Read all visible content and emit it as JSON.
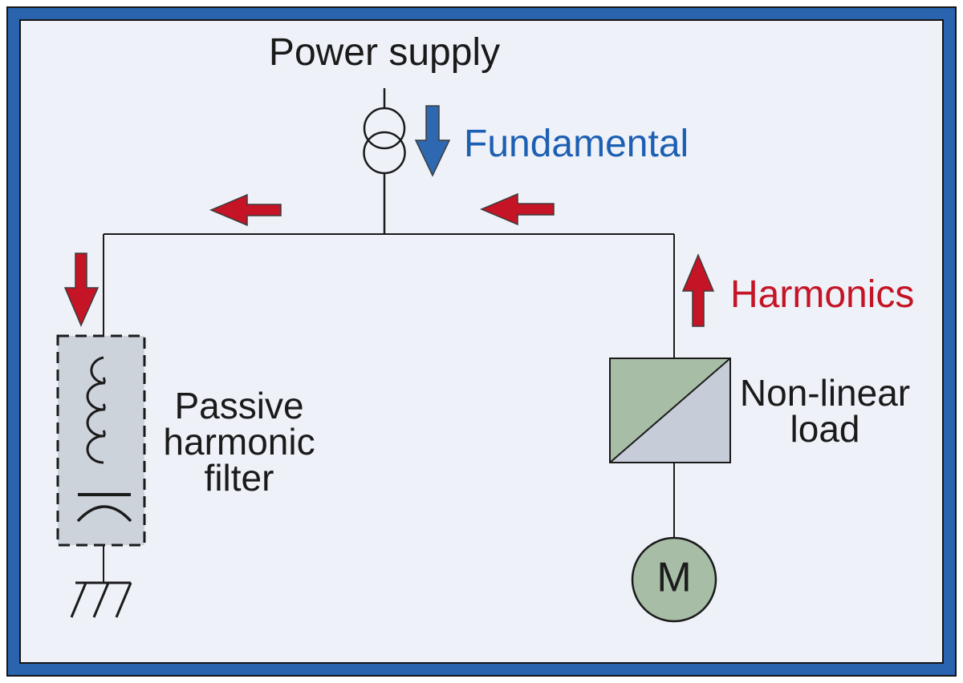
{
  "labels": {
    "power_supply": "Power supply",
    "fundamental": "Fundamental",
    "harmonics": "Harmonics",
    "passive_filter": {
      "lines": [
        "Passive",
        "harmonic",
        "filter"
      ]
    },
    "non_linear_load": {
      "lines": [
        "Non-linear",
        "load"
      ]
    },
    "motor": "M"
  },
  "colors": {
    "frame_blue": "#2a63ae",
    "background": "#eef1f8",
    "line_black": "#1a1a1a",
    "arrow_blue": "#2e68b0",
    "fundamental_text_blue": "#1d5fb2",
    "harmonic_red": "#c41425",
    "filter_box_gray": "#cdd3db",
    "load_green": "#a7bda6",
    "load_gray": "#c6cdd9"
  },
  "icons": {
    "transformer": "two-overlapping-circles",
    "inductor": "coil-of-four-left-arcs",
    "capacitor": "flat-plate-over-curved-plate",
    "ground": "horizontal-bar-with-three-diagonal-strokes",
    "converter": "square-split-diagonally-green-gray",
    "motor": "circle-with-M"
  }
}
